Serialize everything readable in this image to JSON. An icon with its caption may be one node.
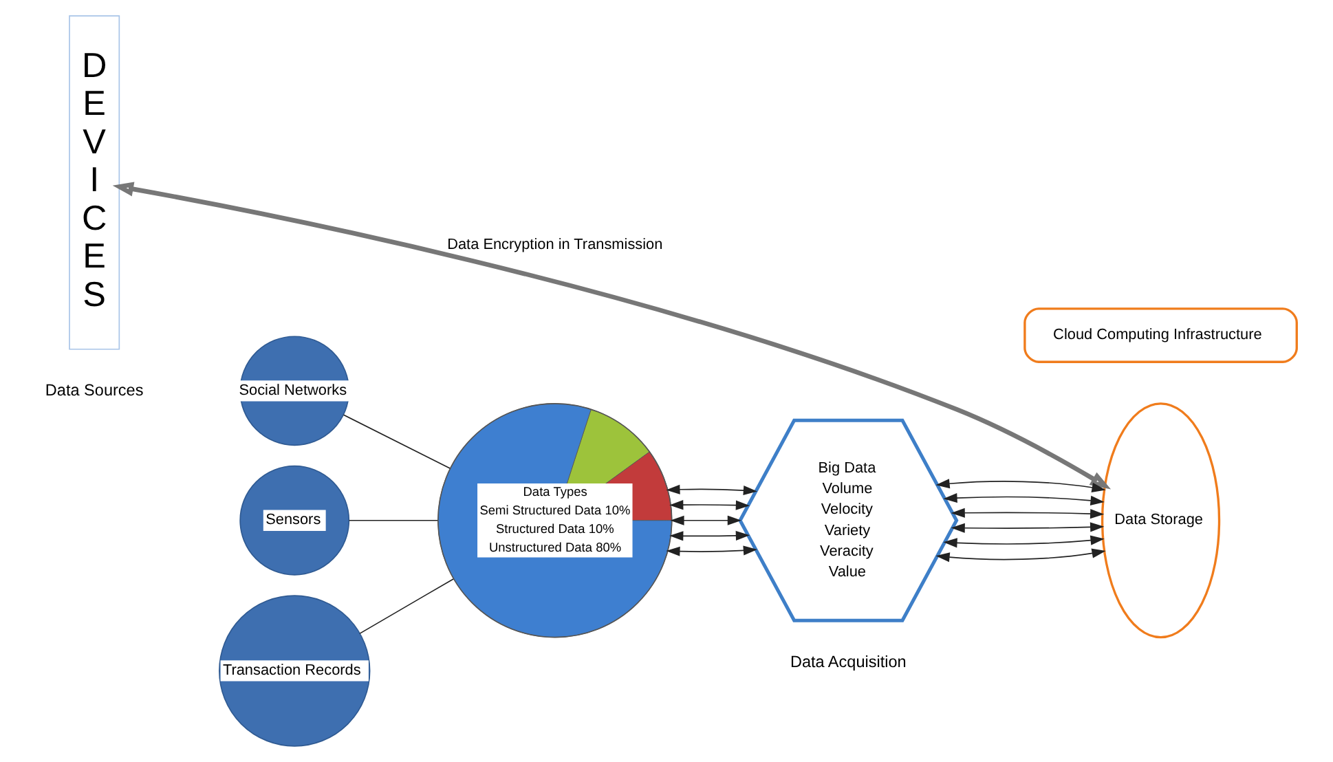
{
  "diagram": {
    "nodes": [
      {
        "text": [
          "DEVICES"
        ]
      },
      {
        "text": [
          "Social Networks"
        ]
      },
      {
        "text": [
          "Sensors"
        ]
      },
      {
        "text": [
          "Transaction Records"
        ]
      },
      {
        "text": [
          "Data Types",
          "Semi Structured Data 10%",
          "Structured Data 10%",
          "Unstructured Data 80%"
        ]
      },
      {
        "text": [
          "Big Data",
          "Volume",
          "Velocity",
          "Variety",
          "Veracity",
          "Value"
        ]
      },
      {
        "text": [
          "Cloud Computing Infrastructure"
        ]
      },
      {
        "text": [
          "Data Storage"
        ]
      }
    ],
    "edges": [
      {
        "from": 1,
        "to": 4,
        "arrow": "none"
      },
      {
        "from": 2,
        "to": 4,
        "arrow": "none"
      },
      {
        "from": 3,
        "to": 4,
        "arrow": "none"
      },
      {
        "from": 4,
        "to": 5,
        "arrow": "both"
      },
      {
        "from": 4,
        "to": 5,
        "arrow": "both"
      },
      {
        "from": 4,
        "to": 5,
        "arrow": "both"
      },
      {
        "from": 4,
        "to": 5,
        "arrow": "both"
      },
      {
        "from": 4,
        "to": 5,
        "arrow": "both"
      },
      {
        "from": 5,
        "to": 7,
        "arrow": "both"
      },
      {
        "from": 5,
        "to": 7,
        "arrow": "both"
      },
      {
        "from": 5,
        "to": 7,
        "arrow": "both"
      },
      {
        "from": 5,
        "to": 7,
        "arrow": "both"
      },
      {
        "from": 5,
        "to": 7,
        "arrow": "both"
      },
      {
        "from": 5,
        "to": 7,
        "arrow": "both"
      },
      {
        "from": 0,
        "to": 7,
        "arrow": "both",
        "label": "Data Encryption in Transmission",
        "style": "thick"
      }
    ],
    "labels": [
      "Data Sources",
      "Data Acquisition"
    ]
  }
}
